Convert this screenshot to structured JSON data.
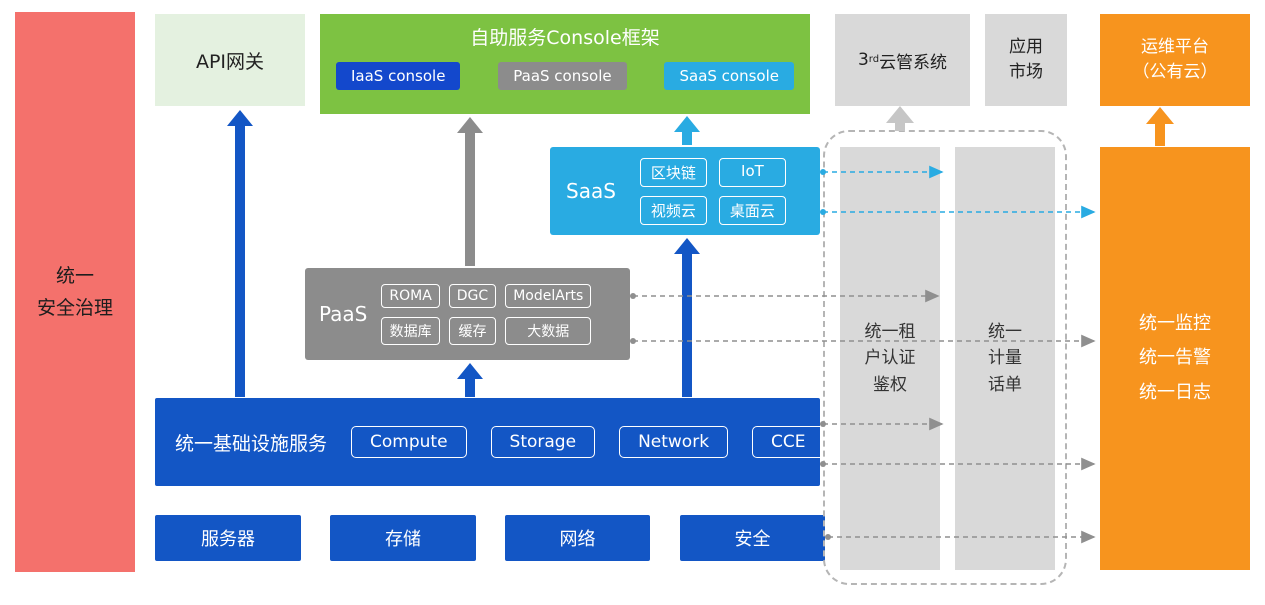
{
  "colors": {
    "red": "#F4716C",
    "light_green": "#E4F1E0",
    "green": "#7DC242",
    "blue": "#1356C5",
    "console_blue": "#1348CC",
    "cyan": "#29ABE2",
    "gray": "#8C8C8C",
    "light_gray": "#D9D9D9",
    "orange": "#F7941E"
  },
  "security_bar": {
    "label": "统一\n安全治理"
  },
  "api_gateway": {
    "label": "API网关"
  },
  "console_frame": {
    "title": "自助服务Console框架",
    "iaas": "IaaS console",
    "paas": "PaaS console",
    "saas": "SaaS console"
  },
  "third_cloud": {
    "num": "3",
    "sup": "rd",
    "rest": "云管系统"
  },
  "app_market": {
    "label": "应用\n市场"
  },
  "ops_platform": {
    "label": "运维平台\n（公有云）"
  },
  "saas_box": {
    "label": "SaaS",
    "chips": [
      "区块链",
      "IoT",
      "视频云",
      "桌面云"
    ]
  },
  "paas_box": {
    "label": "PaaS",
    "chips": [
      "ROMA",
      "DGC",
      "ModelArts",
      "数据库",
      "缓存",
      "大数据"
    ]
  },
  "infra_box": {
    "label": "统一基础设施服务",
    "chips": [
      "Compute",
      "Storage",
      "Network",
      "CCE"
    ]
  },
  "hardware_row": {
    "items": [
      "服务器",
      "存储",
      "网络",
      "安全"
    ]
  },
  "auth_bar": {
    "label": "统一租\n户认证\n鉴权"
  },
  "billing_bar": {
    "label": "统一\n计量\n话单"
  },
  "monitor_bar": {
    "label": "统一监控\n统一告警\n统一日志"
  }
}
